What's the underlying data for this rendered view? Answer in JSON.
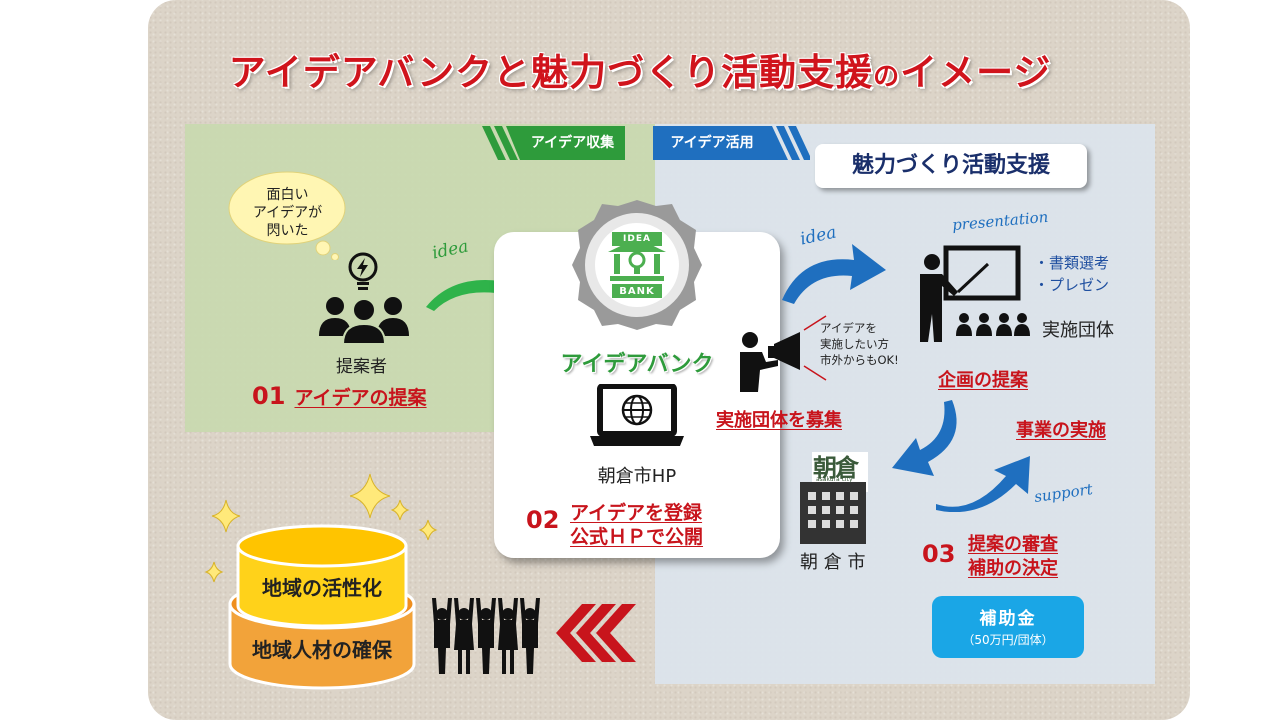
{
  "title": {
    "part1": "アイデアバンクと魅力づくり活動支援",
    "part2": "の",
    "part3": "イメージ"
  },
  "tags": {
    "collect": "アイデア収集",
    "use": "アイデア活用"
  },
  "support_box": "魅力づくり活動支援",
  "bubble": [
    "面白い",
    "アイデアが",
    "閃いた"
  ],
  "proposer": {
    "label": "提案者",
    "num": "01",
    "action": "アイデアの提案"
  },
  "bank": {
    "name": "アイデアバンク",
    "badge_top": "IDEA",
    "badge_bottom": "BANK",
    "hp_label": "朝倉市HP",
    "num": "02",
    "action1": "アイデアを登録",
    "action2": "公式ＨＰで公開"
  },
  "arrow_labels": {
    "idea1": "idea",
    "idea2": "idea",
    "presentation": "presentation",
    "support": "support"
  },
  "recruit": {
    "note": [
      "アイデアを",
      "実施したい方",
      "市外からもOK!"
    ],
    "action": "実施団体を募集"
  },
  "group": {
    "bullets": [
      "・書類選考",
      "・プレゼン"
    ],
    "label": "実施団体",
    "action": "企画の提案",
    "implement": "事業の実施"
  },
  "city": {
    "logo_text": "朝倉",
    "logo_sub": "asakura city",
    "label": "朝 倉 市",
    "num": "03",
    "action1": "提案の審査",
    "action2": "補助の決定"
  },
  "subsidy": {
    "label": "補助金",
    "amount": "（50万円/団体）"
  },
  "outcomes": {
    "top": "地域の活性化",
    "bottom": "地域人材の確保"
  },
  "colors": {
    "accent_red": "#c8141c",
    "green": "#2e9b3b",
    "blue": "#1f6fbf",
    "sky": "#1aa6e6"
  }
}
